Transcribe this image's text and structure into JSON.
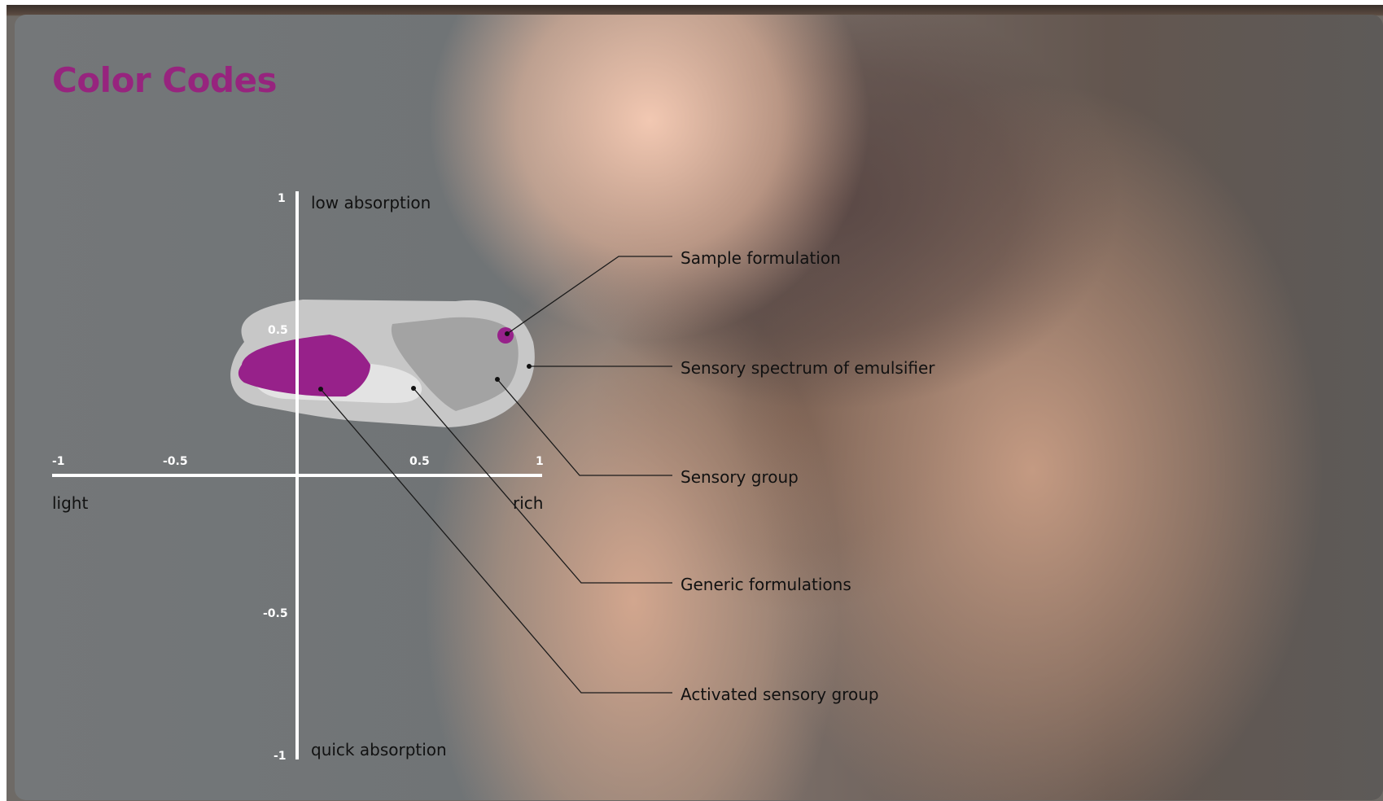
{
  "title": "Color Codes",
  "colors": {
    "title": "#97247e",
    "sensory_spectrum": "#c7c7c7",
    "sensory_group": "#a3a3a3",
    "generic_formulations": "#e3e3e3",
    "activated_group": "#97218a",
    "sample_formulation": "#97218a",
    "axes": "#ffffff"
  },
  "axes": {
    "x_ticks": [
      "-1",
      "-0.5",
      "0.5",
      "1"
    ],
    "y_ticks": [
      "1",
      "0.5",
      "-0.5",
      "-1"
    ],
    "x_left_label": "light",
    "x_right_label": "rich",
    "y_top_label": "low absorption",
    "y_bottom_label": "quick absorption"
  },
  "legend": [
    {
      "label": "Sample formulation",
      "icon": "sample-formulation-dot"
    },
    {
      "label": "Sensory spectrum of emulsifier",
      "icon": "sensory-spectrum-region"
    },
    {
      "label": "Sensory group",
      "icon": "sensory-group-region"
    },
    {
      "label": "Generic formulations",
      "icon": "generic-formulations-region"
    },
    {
      "label": "Activated sensory group",
      "icon": "activated-sensory-group-region"
    }
  ]
}
